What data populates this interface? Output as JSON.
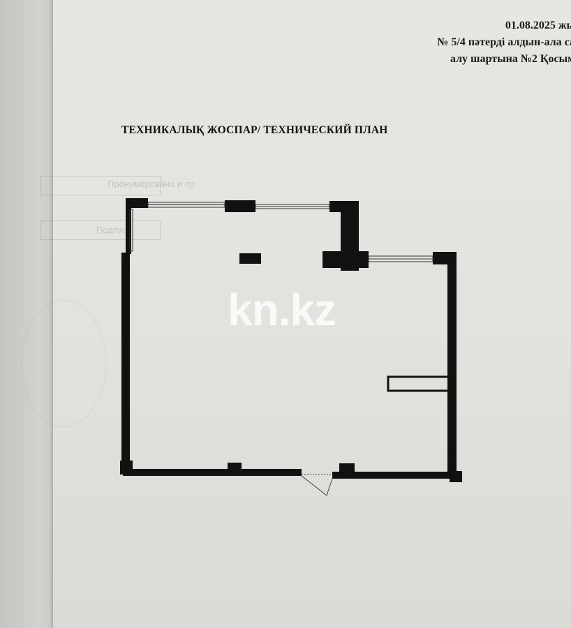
{
  "header": {
    "line1": "01.08.2025 жы",
    "line2": "№ 5/4 пәтерді алдын-ала са",
    "line3": "алу шартына №2 Қосым"
  },
  "title": "ТЕХНИКАЛЫҚ ЖОСПАР/ ТЕХНИЧЕСКИЙ ПЛАН",
  "stamp": {
    "line1": "Пронумеровано и пр",
    "line2": "Подпись"
  },
  "watermark": {
    "text": "kn.kz"
  },
  "colors": {
    "wall": "#111111",
    "paper": "#e4e4e0"
  }
}
